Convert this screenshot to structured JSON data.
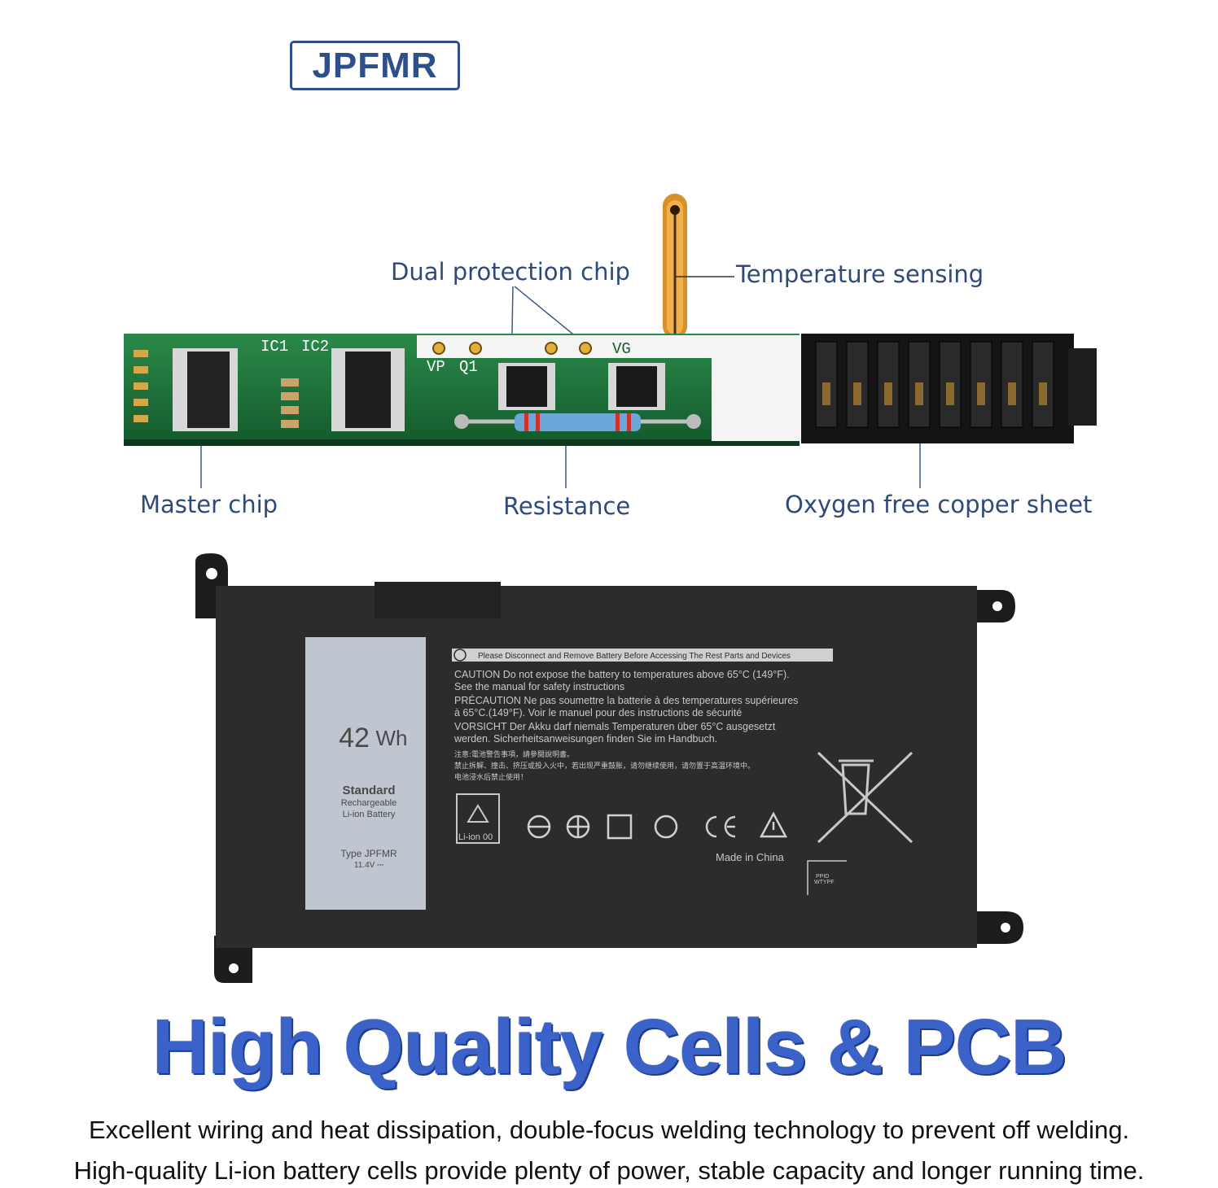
{
  "brand": "JPFMR",
  "callouts": {
    "dual_protection_chip": "Dual protection chip",
    "temperature_sensing": "Temperature sensing",
    "master_chip": "Master chip",
    "resistance": "Resistance",
    "oxygen_free_copper_sheet": "Oxygen free copper sheet"
  },
  "pcb_silkscreen": {
    "ic1": "IC1",
    "ic2": "IC2",
    "vp": "VP",
    "q1": "Q1",
    "vg": "VG"
  },
  "battery_label": {
    "capacity_number": "42",
    "capacity_unit": "Wh",
    "standard": "Standard",
    "rechargeable": "Rechargeable",
    "li_ion_battery": "Li-ion Battery",
    "type": "Type JPFMR",
    "voltage": "11.4V ⎓",
    "warning_banner": "Please Disconnect and Remove Battery Before Accessing The Rest Parts and Devices",
    "caution_line1": "CAUTION  Do not expose the battery to temperatures above 65°C (149°F).",
    "caution_line2": "See the manual for safety instructions",
    "precaution_line1": "PRÉCAUTION Ne pas soumettre la batterie à des temperatures supérieures",
    "precaution_line2": "à 65°C.(149°F). Voir le manuel pour des instructions de sécurité",
    "vorsicht_line1": "VORSICHT Der Akku darf niemals Temperaturen über 65°C ausgesetzt",
    "vorsicht_line2": "werden. Sicherheitsanweisungen finden Sie im Handbuch.",
    "chinese_line1": "注意:電池警告事項，請參閱說明書。",
    "chinese_line2": "禁止拆解、撞击、挤压或投入火中，若出现严重鼓胀，请勿继续使用，请勿置于高温环境中。",
    "chinese_line3": "电池浸水后禁止使用！",
    "recycle_text": "Li-ion 00",
    "made_in": "Made in China",
    "ppid": "PPID",
    "ppid_code": "WTYPF"
  },
  "headline": "High Quality Cells & PCB",
  "description_line1": "Excellent wiring and heat dissipation, double-focus welding technology to prevent off welding.",
  "description_line2": "High-quality Li-ion battery cells provide plenty of power, stable capacity and longer running time.",
  "colors": {
    "brand_blue": "#2d4f8c",
    "callout_text": "#2f4a7a",
    "headline_blue": "#3a62c8",
    "pcb_green": "#1e6b3a",
    "battery_body": "#2b2b2b"
  }
}
